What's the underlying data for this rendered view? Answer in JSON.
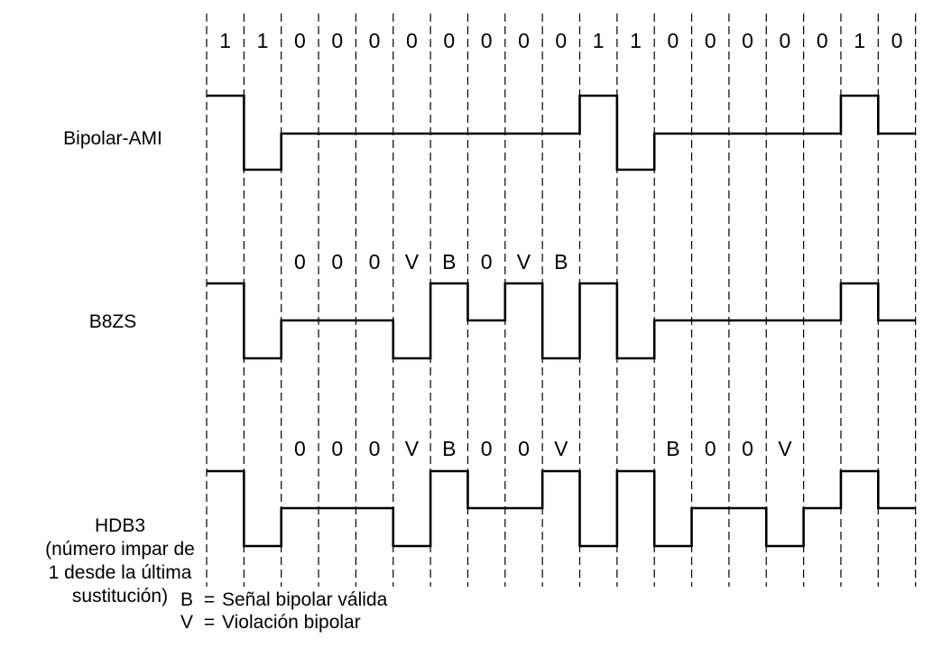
{
  "bits": [
    "1",
    "1",
    "0",
    "0",
    "0",
    "0",
    "0",
    "0",
    "0",
    "0",
    "1",
    "1",
    "0",
    "0",
    "0",
    "0",
    "0",
    "1",
    "0"
  ],
  "rows": [
    {
      "id": "ami",
      "label_lines": [
        "Bipolar-AMI"
      ],
      "annotations": [
        "",
        "",
        "",
        "",
        "",
        "",
        "",
        "",
        "",
        "",
        "",
        "",
        "",
        "",
        "",
        "",
        "",
        "",
        ""
      ],
      "levels": [
        1,
        -1,
        0,
        0,
        0,
        0,
        0,
        0,
        0,
        0,
        1,
        -1,
        0,
        0,
        0,
        0,
        0,
        1,
        0
      ]
    },
    {
      "id": "b8zs",
      "label_lines": [
        "B8ZS"
      ],
      "annotations": [
        "",
        "",
        "0",
        "0",
        "0",
        "V",
        "B",
        "0",
        "V",
        "B",
        "",
        "",
        "",
        "",
        "",
        "",
        "",
        "",
        ""
      ],
      "levels": [
        1,
        -1,
        0,
        0,
        0,
        -1,
        1,
        0,
        1,
        -1,
        1,
        -1,
        0,
        0,
        0,
        0,
        0,
        1,
        0
      ]
    },
    {
      "id": "hdb3",
      "label_lines": [
        "HDB3",
        "(número impar de",
        "1 desde la última",
        "sustitución)"
      ],
      "annotations": [
        "",
        "",
        "0",
        "0",
        "0",
        "V",
        "B",
        "0",
        "0",
        "V",
        "",
        "",
        "B",
        "0",
        "0",
        "V",
        "",
        "",
        ""
      ],
      "levels": [
        1,
        -1,
        0,
        0,
        0,
        -1,
        1,
        0,
        0,
        1,
        -1,
        1,
        -1,
        0,
        0,
        -1,
        0,
        1,
        0
      ]
    }
  ],
  "legend": [
    {
      "symbol": "B",
      "eq": "=",
      "text": "Señal bipolar válida"
    },
    {
      "symbol": "V",
      "eq": "=",
      "text": "Violación bipolar"
    }
  ]
}
